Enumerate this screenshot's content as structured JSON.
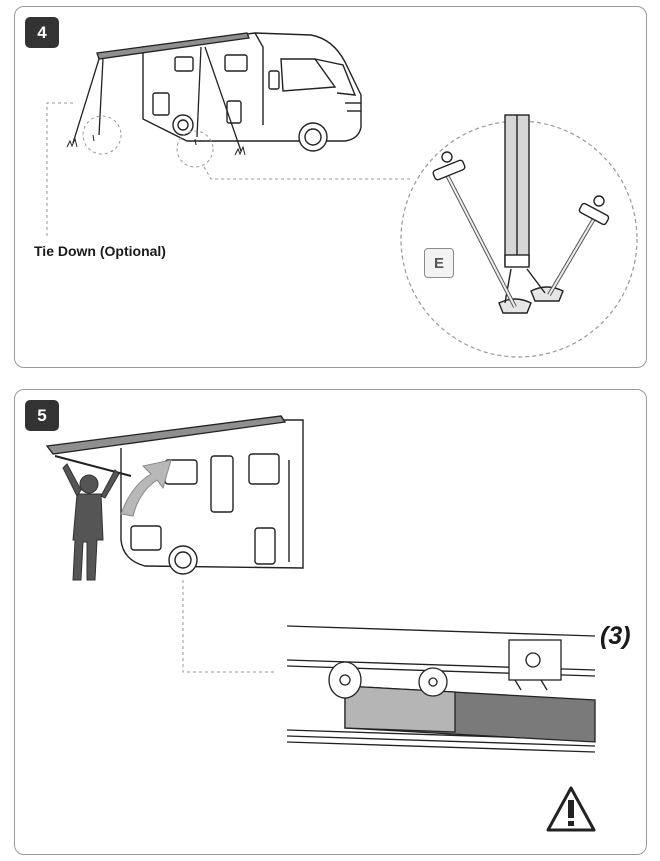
{
  "step4": {
    "number": "4",
    "tie_down_label": "Tie Down (Optional)",
    "detail_letter": "E"
  },
  "step5": {
    "number": "5",
    "reference": "(3)"
  },
  "icons": {
    "warning": "warning-triangle-icon",
    "rotate_arrow": "rotate-arrow-icon"
  },
  "colors": {
    "badge": "#333333",
    "canopy": "#8f8f8f",
    "roller": "#7a7a7a",
    "panel_border": "#9a9a9a"
  }
}
